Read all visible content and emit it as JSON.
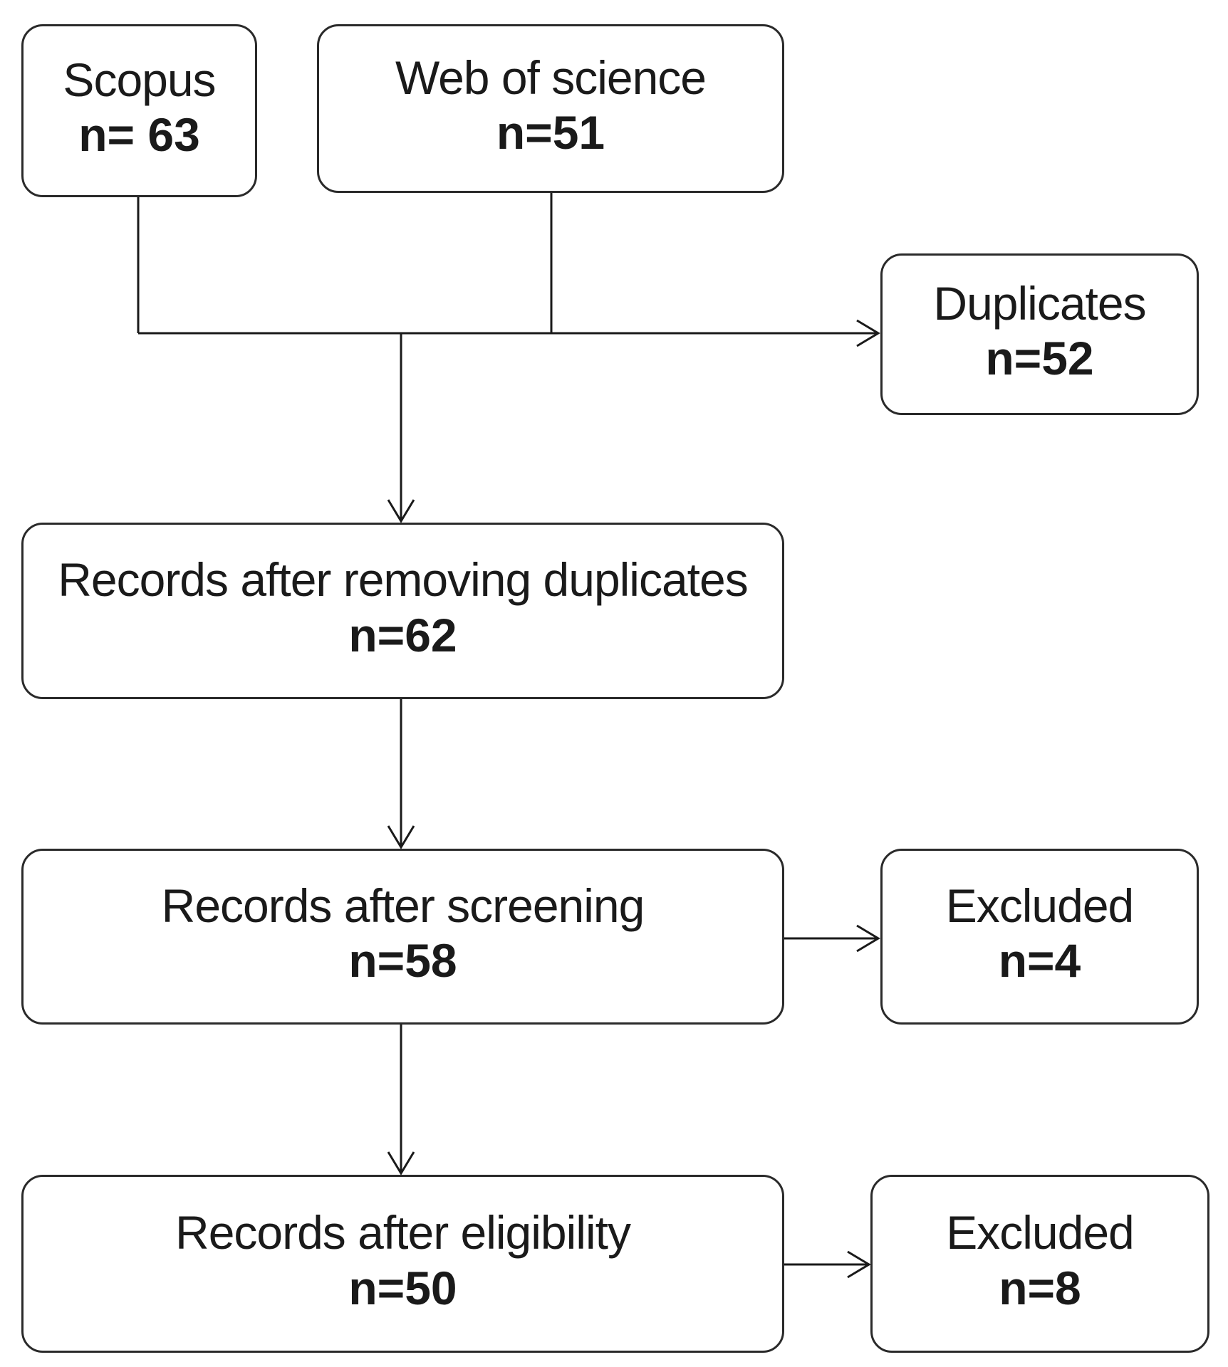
{
  "sources": {
    "scopus": {
      "label": "Scopus",
      "count": "n= 63"
    },
    "wos": {
      "label": "Web of science",
      "count": "n=51"
    }
  },
  "duplicates": {
    "label": "Duplicates",
    "count": "n=52"
  },
  "after_duplicates": {
    "label": "Records after removing duplicates",
    "count": "n=62"
  },
  "after_screening": {
    "label": "Records after screening",
    "count": "n=58"
  },
  "excluded_screening": {
    "label": "Excluded",
    "count": "n=4"
  },
  "after_eligibility": {
    "label": "Records after eligibility",
    "count": "n=50"
  },
  "excluded_eligibility": {
    "label": "Excluded",
    "count": "n=8"
  }
}
